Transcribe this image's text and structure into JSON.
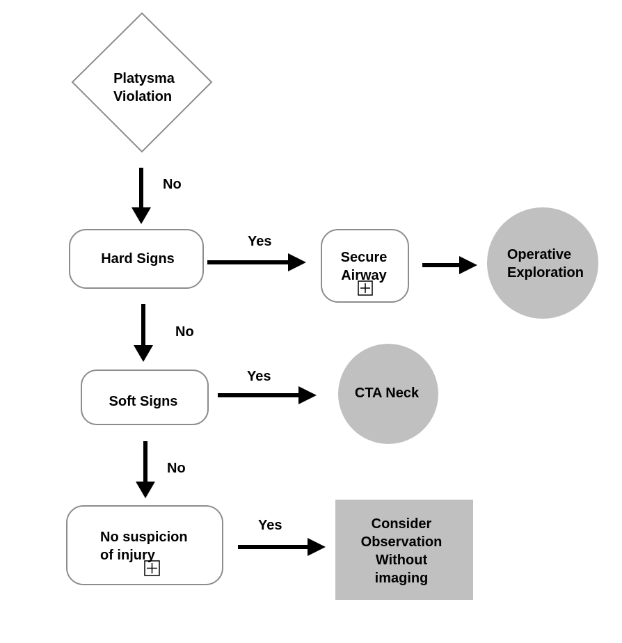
{
  "colors": {
    "node_border": "#8c8c8c",
    "terminal_fill": "#c0c0c0",
    "arrow": "#000000",
    "text": "#000000"
  },
  "nodes": {
    "platysma": {
      "line1": "Platysma",
      "line2": "Violation",
      "shape": "diamond"
    },
    "hard_signs": {
      "label": "Hard Signs",
      "shape": "rounded-rect"
    },
    "secure_airway": {
      "line1": "Secure",
      "line2": "Airway",
      "shape": "rounded-rect",
      "has_expand_icon": true
    },
    "operative_exploration": {
      "line1": "Operative",
      "line2": "Exploration",
      "shape": "circle"
    },
    "soft_signs": {
      "label": "Soft Signs",
      "shape": "rounded-rect"
    },
    "cta_neck": {
      "label": "CTA Neck",
      "shape": "circle"
    },
    "no_suspicion": {
      "line1": "No suspicion",
      "line2": "of injury",
      "shape": "rounded-rect",
      "has_expand_icon": true
    },
    "consider_observation": {
      "line1": "Consider",
      "line2": "Observation",
      "line3": "Without",
      "line4": "imaging",
      "shape": "rect"
    }
  },
  "edges": {
    "platysma_to_hard": "No",
    "hard_to_airway": "Yes",
    "hard_to_soft": "No",
    "soft_to_cta": "Yes",
    "soft_to_nosuspicion": "No",
    "nosuspicion_to_observation": "Yes"
  }
}
